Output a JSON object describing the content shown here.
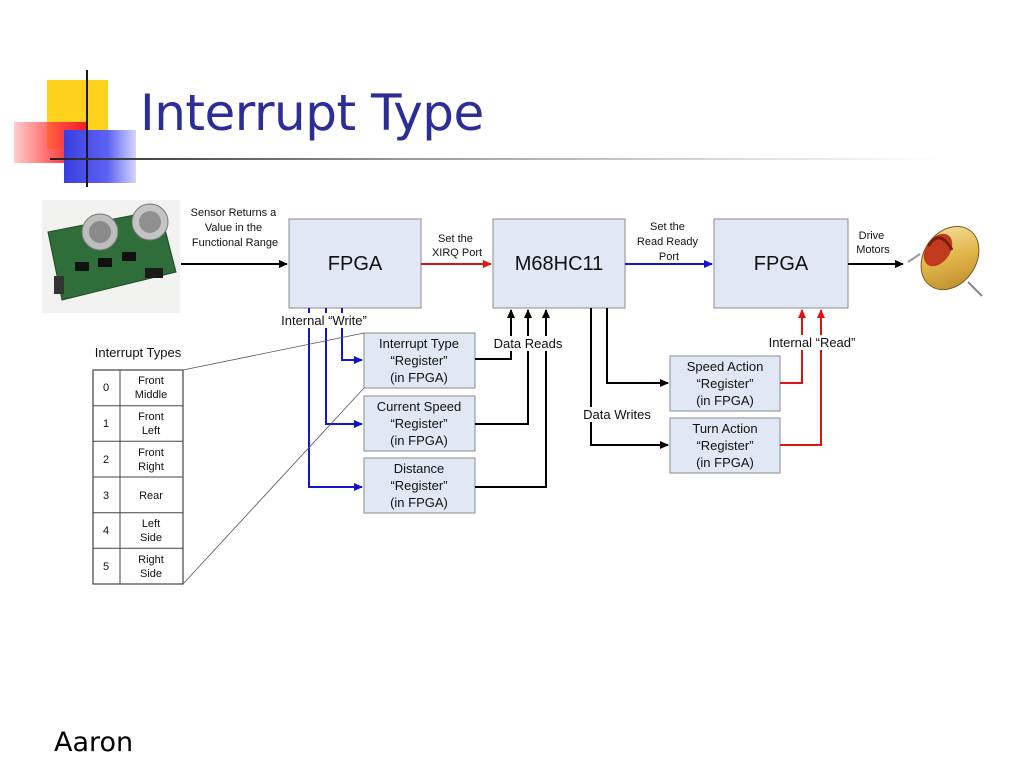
{
  "slide": {
    "title": "Interrupt Type",
    "author": "Aaron"
  },
  "diagram": {
    "colors": {
      "blue": "#1414c8",
      "red": "#dc1414",
      "black": "#000000",
      "box_fill": "#dfe8f4"
    },
    "fpga_in": "FPGA",
    "mcu": "M68HC11",
    "fpga_out": "FPGA",
    "sensor_label": [
      "Sensor Returns a",
      "Value in the",
      "Functional Range"
    ],
    "xirq_label": [
      "Set the",
      "XIRQ Port"
    ],
    "ready_label": [
      "Set the",
      "Read Ready",
      "Port"
    ],
    "drive_label": [
      "Drive",
      "Motors"
    ],
    "internal_write": "Internal “Write”",
    "internal_read": "Internal “Read”",
    "data_reads": "Data Reads",
    "data_writes": "Data Writes",
    "registers": {
      "interrupt_type": [
        "Interrupt Type",
        "“Register”",
        "(in FPGA)"
      ],
      "current_speed": [
        "Current Speed",
        "“Register”",
        "(in FPGA)"
      ],
      "distance": [
        "Distance",
        "“Register”",
        "(in FPGA)"
      ],
      "speed_action": [
        "Speed Action",
        "“Register”",
        "(in FPGA)"
      ],
      "turn_action": [
        "Turn Action",
        "“Register”",
        "(in FPGA)"
      ]
    },
    "interrupt_types": {
      "heading": "Interrupt Types",
      "rows": [
        {
          "code": "0",
          "desc": [
            "Front",
            "Middle"
          ]
        },
        {
          "code": "1",
          "desc": [
            "Front",
            "Left"
          ]
        },
        {
          "code": "2",
          "desc": [
            "Front",
            "Right"
          ]
        },
        {
          "code": "3",
          "desc": [
            "Rear"
          ]
        },
        {
          "code": "4",
          "desc": [
            "Left",
            "Side"
          ]
        },
        {
          "code": "5",
          "desc": [
            "Right",
            "Side"
          ]
        }
      ]
    },
    "images": {
      "sensor": "ultrasonic-sensor-board",
      "motor": "dc-motor"
    }
  }
}
